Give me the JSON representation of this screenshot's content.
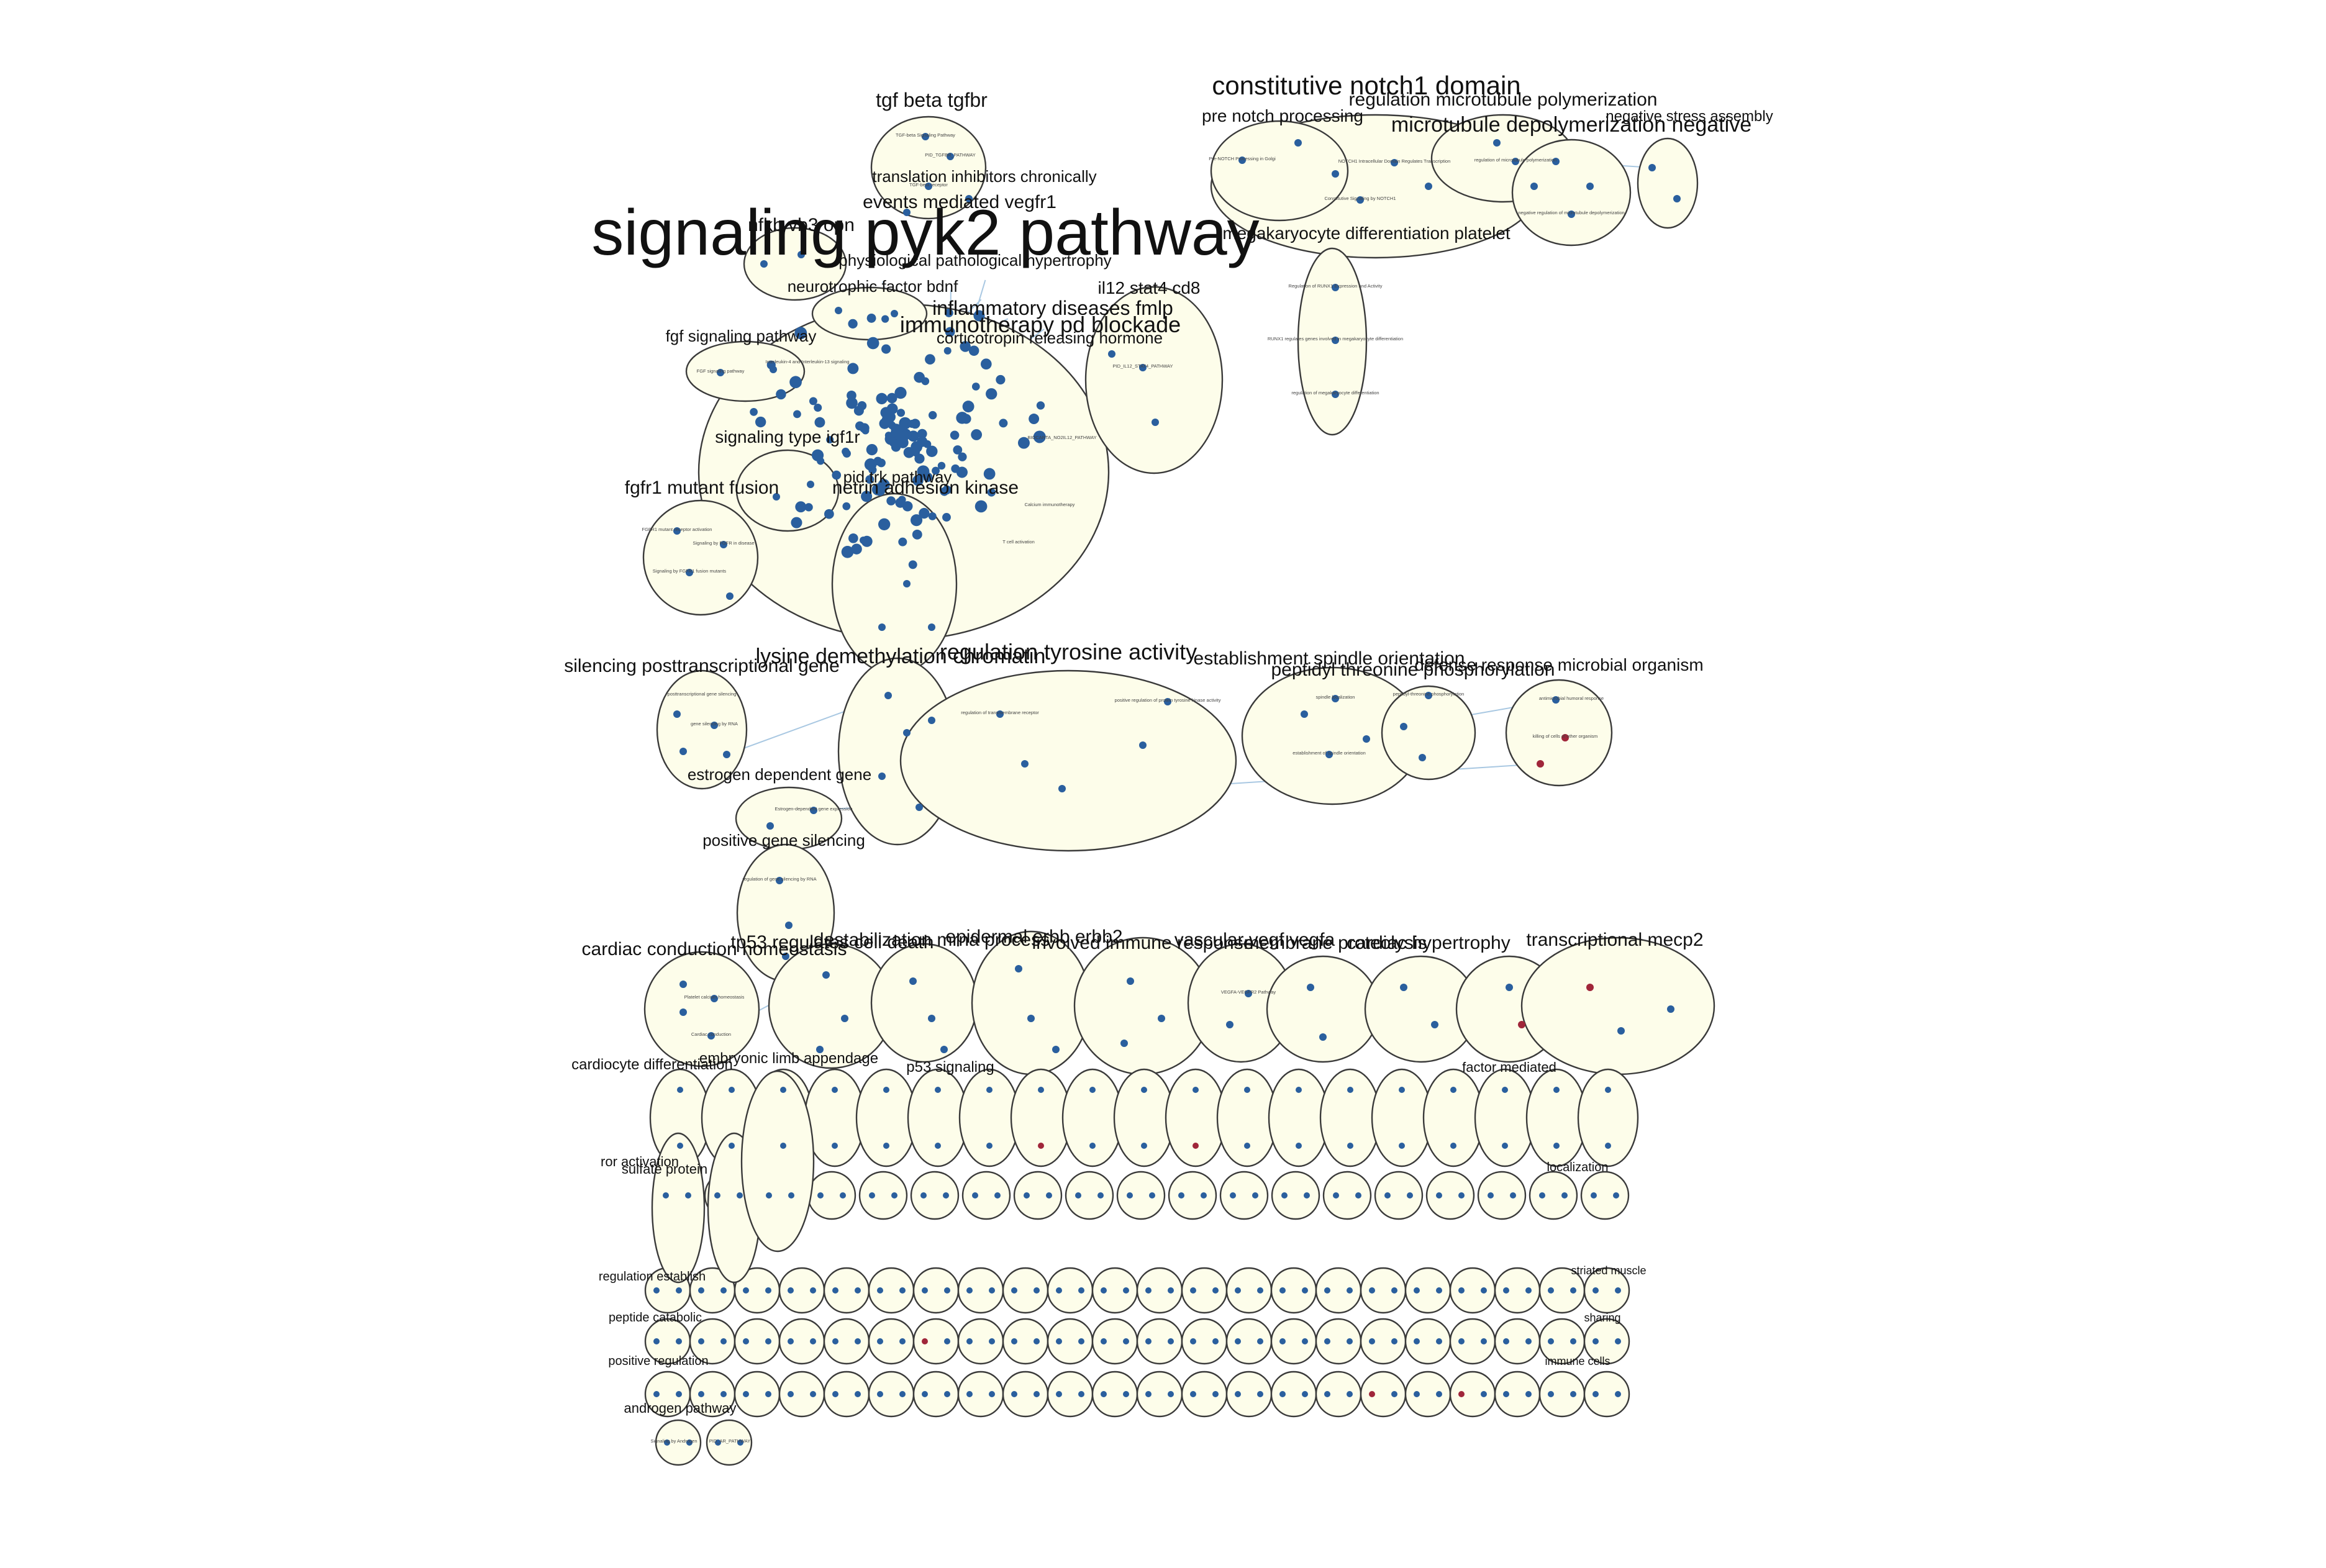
{
  "network": {
    "background": "#ffffff",
    "cluster_fill": "#fdfdea",
    "cluster_stroke": "#3a3a3a",
    "edge_color": "#a9c8e2",
    "node_colors": {
      "blue": "#2a5f9e",
      "red": "#a0263a"
    }
  },
  "clusters": {
    "pyk2": "signaling pyk2 pathway",
    "tgf": "tgf beta tgfbr",
    "notch": "constitutive notch1 domain",
    "pre_notch": "pre notch processing",
    "microtubule_poly": "regulation microtubule polymerization",
    "microtubule_depoly": "microtubule depolymerization negative",
    "neg_stress": "negative stress assembly",
    "translation": "translation inhibitors chronically",
    "vegfr1": "events mediated vegfr1",
    "opn": "nfkb vb3 opn",
    "hypertrophy_phys": "physiological pathological hypertrophy",
    "megakaryocyte": "megakaryocyte differentiation platelet",
    "bdnf": "neurotrophic factor bdnf",
    "il12": "il12 stat4 cd8",
    "fmlp": "inflammatory diseases fmlp",
    "pd_blockade": "immunotherapy pd blockade",
    "crh": "corticotropin releasing hormone",
    "fgf": "fgf signaling pathway",
    "igf1r": "signaling type igf1r",
    "trk": "pid trk pathway",
    "fgfr1": "fgfr1 mutant fusion",
    "netrin": "netrin adhesion kinase",
    "silencing": "silencing posttranscriptional gene",
    "lysine": "lysine demethylation chromatin",
    "tyrosine": "regulation tyrosine activity",
    "spindle": "establishment spindle orientation",
    "threonine": "peptidyl threonine phosphorylation",
    "antimicrobial": "defense response microbial organism",
    "estrogen": "estrogen dependent gene",
    "pos_silencing": "positive gene silencing",
    "cardiac": "cardiac conduction homeostasis",
    "tp53": "tp53 regulates cell death",
    "mrna": "destabilization mrna process",
    "erbb2": "epidermal erbb erbb2",
    "immune": "involved immune response",
    "vegfa": "vascular vegf vegfa",
    "proteolysis": "membrane proteolysis",
    "cardiac_hypertrophy": "cardiac hypertrophy",
    "mecp2": "transcriptional mecp2",
    "cardiocyte": "cardiocyte differentiation",
    "embryonic": "embryonic limb appendage",
    "p53_row": "p53 signaling",
    "mediated": "factor mediated",
    "sulfate": "sulfate protein",
    "ror": "ror activation",
    "regulation_establish": "regulation establish",
    "peptide_catabolic": "peptide catabolic",
    "positive_reg": "positive regulation",
    "androgen": "androgen pathway",
    "smooth": "striated muscle",
    "axon": "localization",
    "cells": "immune cells",
    "sharing": "sharing"
  },
  "node_labels": {
    "tgf_1": "TGF-beta Signaling Pathway",
    "tgf_2": "PID_TGFBR_PATHWAY",
    "tgf_3": "TGF-beta receptor",
    "notch_1": "NOTCH1 Intracellular Domain Regulates Transcription",
    "notch_2": "Pre-NOTCH Processing in Golgi",
    "notch_3": "Constitutive Signaling by NOTCH1",
    "mt_1": "regulation of microtubule polymerization",
    "mt_2": "negative regulation of microtubule depolymerization",
    "mk_1": "Regulation of RUNX1 Expression and Activity",
    "mk_2": "RUNX1 regulates genes involved in megakaryocyte differentiation",
    "mk_3": "regulation of megakaryocyte differentiation",
    "fgf_1": "FGF signaling pathway",
    "fgfr_1": "FGFR1 mutant receptor activation",
    "fgfr_2": "Signaling by FGFR in disease",
    "fgfr_3": "Signaling by FGFR1 fusion mutants",
    "pyk_1": "Interleukin-4 and Interleukin-13 signaling",
    "pyk_2": "PID_IL12_STAT4_PATHWAY",
    "pyk_3": "BIOCARTA_NO2IL12_PATHWAY",
    "pyk_4": "Calcium immunotherapy",
    "pyk_5": "T cell activation",
    "sil_1": "posttranscriptional gene silencing",
    "sil_2": "gene silencing by RNA",
    "ty_1": "positive regulation of protein tyrosine kinase activity",
    "ty_2": "regulation of transmembrane receptor",
    "sp_1": "establishment of spindle orientation",
    "sp_2": "spindle localization",
    "th_1": "peptidyl-threonine phosphorylation",
    "am_1": "antimicrobial humoral response",
    "am_2": "killing of cells of other organism",
    "es_1": "Estrogen-dependent gene expression",
    "ps_1": "regulation of gene silencing by RNA",
    "cd_1": "Platelet calcium homeostasis",
    "cd_2": "Cardiac conduction",
    "vg_1": "VEGFA-VEGFR2 Pathway",
    "ag_1": "Signaling by Androgen",
    "ag_2": "PID_AR_PATHWAY"
  }
}
